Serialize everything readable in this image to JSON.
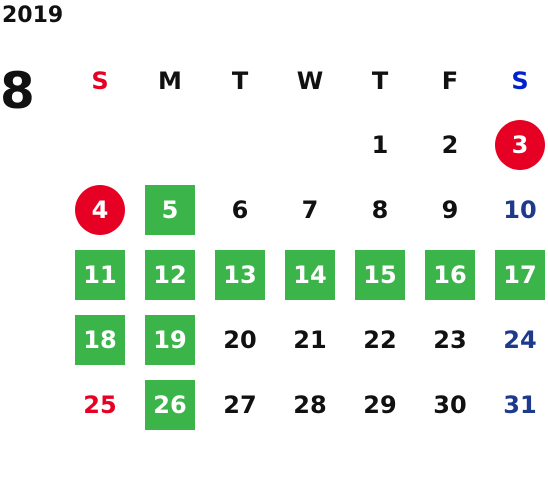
{
  "calendar": {
    "year": "2019",
    "month": "8",
    "weekdays": [
      "S",
      "M",
      "T",
      "W",
      "T",
      "F",
      "S"
    ],
    "weeks": [
      [
        {
          "day": ""
        },
        {
          "day": ""
        },
        {
          "day": ""
        },
        {
          "day": ""
        },
        {
          "day": "1"
        },
        {
          "day": "2"
        },
        {
          "day": "3",
          "style": "circle"
        }
      ],
      [
        {
          "day": "4",
          "style": "circle"
        },
        {
          "day": "5",
          "style": "green"
        },
        {
          "day": "6"
        },
        {
          "day": "7"
        },
        {
          "day": "8"
        },
        {
          "day": "9"
        },
        {
          "day": "10"
        }
      ],
      [
        {
          "day": "11",
          "style": "green"
        },
        {
          "day": "12",
          "style": "green"
        },
        {
          "day": "13",
          "style": "green"
        },
        {
          "day": "14",
          "style": "green"
        },
        {
          "day": "15",
          "style": "green"
        },
        {
          "day": "16",
          "style": "green"
        },
        {
          "day": "17",
          "style": "green"
        }
      ],
      [
        {
          "day": "18",
          "style": "green"
        },
        {
          "day": "19",
          "style": "green"
        },
        {
          "day": "20"
        },
        {
          "day": "21"
        },
        {
          "day": "22"
        },
        {
          "day": "23"
        },
        {
          "day": "24"
        }
      ],
      [
        {
          "day": "25"
        },
        {
          "day": "26",
          "style": "green"
        },
        {
          "day": "27"
        },
        {
          "day": "28"
        },
        {
          "day": "29"
        },
        {
          "day": "30"
        },
        {
          "day": "31"
        }
      ]
    ]
  },
  "colors": {
    "green_highlight": "#3bb44a",
    "red_circle": "#e60023",
    "sunday_text": "#e60023",
    "saturday_text": "#1e3a8a",
    "saturday_header": "#0022cc"
  }
}
